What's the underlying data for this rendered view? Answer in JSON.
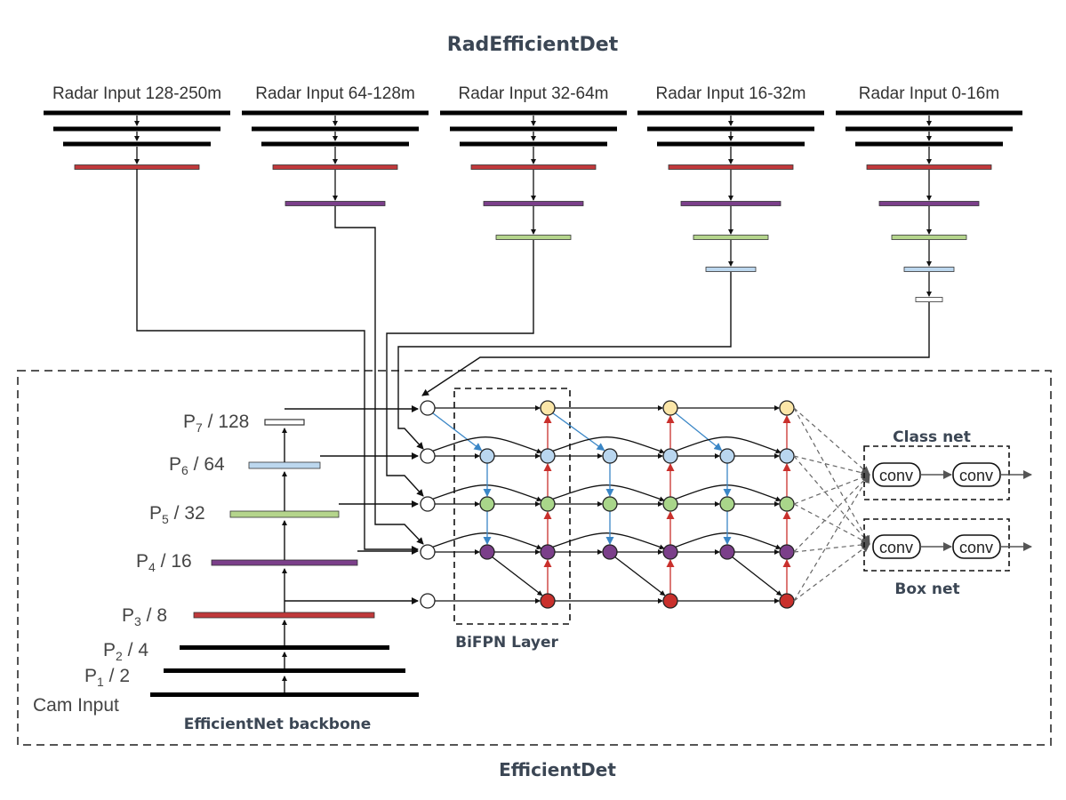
{
  "titles": {
    "top": "RadEfficientDet",
    "bottom": "EfficientDet",
    "backbone": "EfficientNet backbone",
    "bifpn": "BiFPN Layer",
    "class_net": "Class  net",
    "box_net": "Box  net"
  },
  "conv_label": "conv",
  "radar_inputs": [
    {
      "label": "Radar Input 128-250m",
      "levels": 1
    },
    {
      "label": "Radar Input 64-128m",
      "levels": 2
    },
    {
      "label": "Radar Input 32-64m",
      "levels": 3
    },
    {
      "label": "Radar Input 16-32m",
      "levels": 4
    },
    {
      "label": "Radar Input 0-16m",
      "levels": 5
    }
  ],
  "pyramid_levels": [
    {
      "base": "P",
      "sub": "7",
      "suffix": " / 128",
      "level": 7
    },
    {
      "base": "P",
      "sub": "6",
      "suffix": " / 64",
      "level": 6
    },
    {
      "base": "P",
      "sub": "5",
      "suffix": " / 32",
      "level": 5
    },
    {
      "base": "P",
      "sub": "4",
      "suffix": " / 16",
      "level": 4
    },
    {
      "base": "P",
      "sub": "3",
      "suffix": " / 8",
      "level": 3
    },
    {
      "base": "P",
      "sub": "2",
      "suffix": " / 4",
      "level": 2
    },
    {
      "base": "P",
      "sub": "1",
      "suffix": " / 2",
      "level": 1
    }
  ],
  "cam_input": "Cam Input",
  "colors": {
    "level_3": "#c0393b",
    "level_4": "#7b3f8a",
    "level_5": "#b5d58c",
    "level_6": "#bcd7ee",
    "level_7": "#ffffff",
    "node_7": "#fbe6a8",
    "node_6": "#b9d6ef",
    "node_5": "#a9d68a",
    "node_4": "#7b3f8a",
    "node_3": "#c9302c",
    "arrow_down": "#3a86c6",
    "arrow_up": "#c9302c",
    "frame": "#555555"
  }
}
